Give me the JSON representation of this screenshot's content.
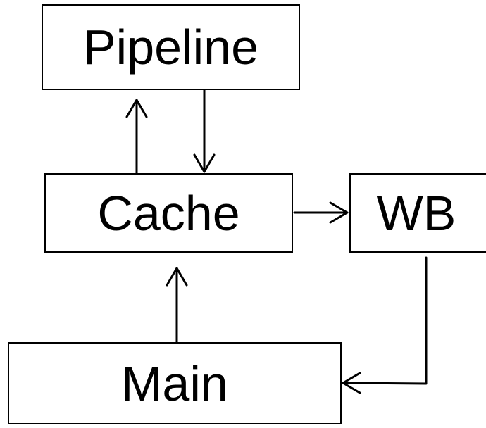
{
  "diagram": {
    "nodes": {
      "pipeline": {
        "label": "Pipeline"
      },
      "cache": {
        "label": "Cache"
      },
      "wb": {
        "label": "WB"
      },
      "main": {
        "label": "Main"
      }
    },
    "edges": [
      {
        "from": "cache",
        "to": "pipeline"
      },
      {
        "from": "pipeline",
        "to": "cache"
      },
      {
        "from": "cache",
        "to": "wb"
      },
      {
        "from": "main",
        "to": "cache"
      },
      {
        "from": "wb",
        "to": "main"
      }
    ],
    "colors": {
      "stroke": "#000000",
      "background": "#ffffff"
    }
  }
}
